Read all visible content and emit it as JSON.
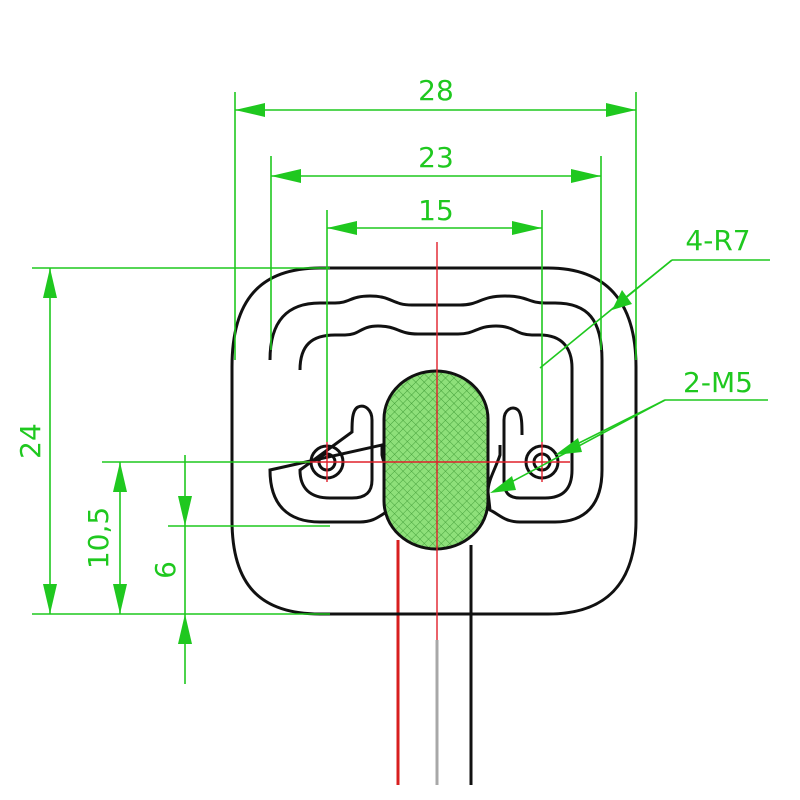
{
  "dimensions": {
    "width_outer": "28",
    "width_middle": "23",
    "hole_spacing": "15",
    "height_total": "24",
    "hole_height": "10,5",
    "slot_depth": "6"
  },
  "callouts": {
    "radius": "4-R7",
    "holes": "2-M5"
  },
  "colors": {
    "dimension": "#1fc81f",
    "outline": "#111111",
    "centerline": "#e0202a",
    "wire_red": "#d81f1f",
    "wire_gray": "#a8a8a8",
    "wire_black": "#111111",
    "sensor_fill": "#8ee07a"
  }
}
